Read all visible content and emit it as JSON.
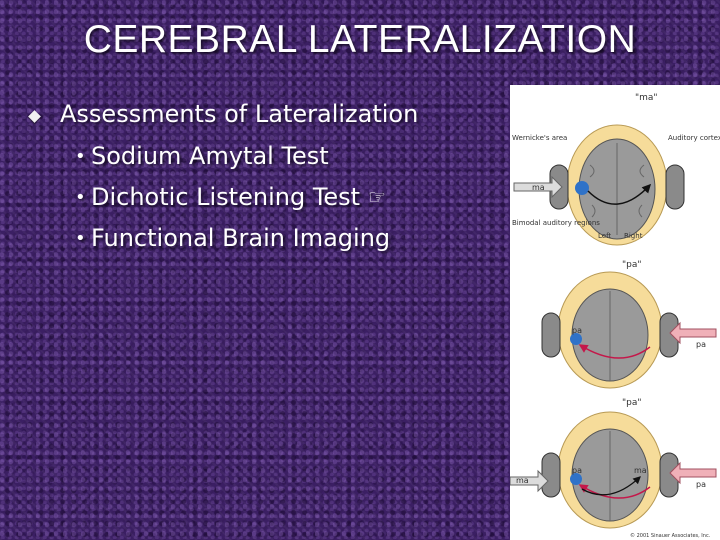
{
  "slide": {
    "title": "CEREBRAL LATERALIZATION",
    "main_point": "Assessments of Lateralization",
    "sub_points": [
      "Sodium Amytal Test",
      "Dichotic Listening Test",
      "Functional Brain Imaging"
    ],
    "pointer_icon": "☞"
  },
  "figure": {
    "panels": [
      {
        "quote": "\"ma\"",
        "left_input": "ma",
        "labels": {
          "wernicke": "Wernicke's area",
          "auditory": "Auditory cortex",
          "bimodal": "Bimodal auditory regions",
          "left": "Left",
          "right": "Right"
        }
      },
      {
        "quote": "\"pa\"",
        "left_input": "pa",
        "right_input": "pa"
      },
      {
        "quote": "\"pa\"",
        "left_input": "ma",
        "left_label": "pa",
        "mid_label": "ma",
        "right_input": "pa"
      }
    ],
    "copyright": "© 2001 Sinauer Associates, Inc."
  }
}
